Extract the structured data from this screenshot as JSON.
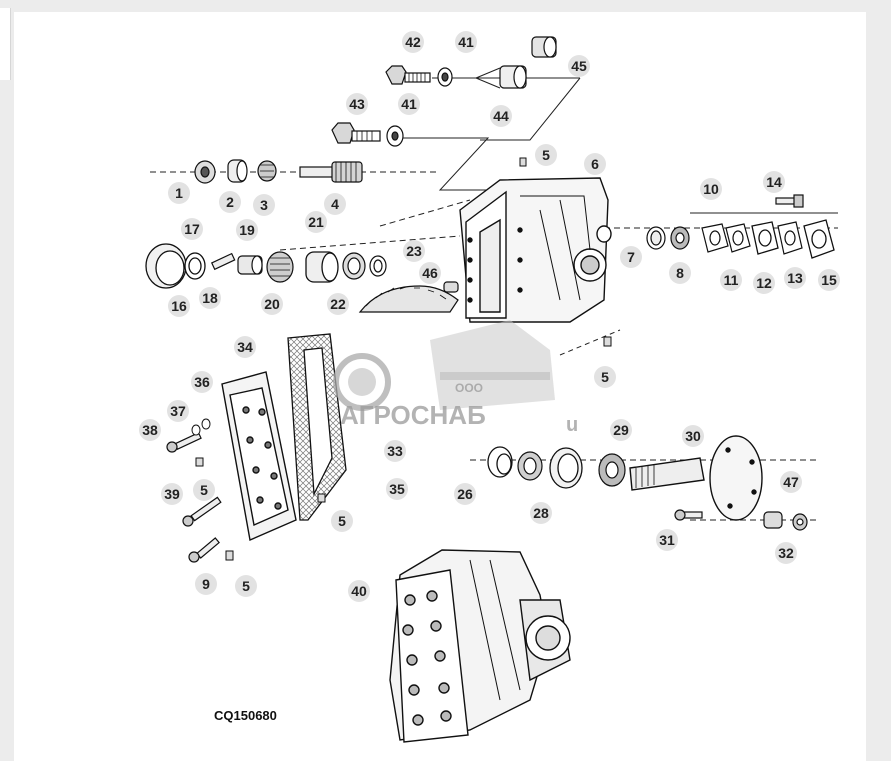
{
  "figure": {
    "reference_code": "CQ150680",
    "watermark": {
      "company_prefix": "ООО",
      "brand": "АГРОСНАБ",
      "suffix": "u"
    },
    "callouts": [
      {
        "id": "c-42",
        "label": "42"
      },
      {
        "id": "c-41a",
        "label": "41"
      },
      {
        "id": "c-45",
        "label": "45"
      },
      {
        "id": "c-44",
        "label": "44"
      },
      {
        "id": "c-43",
        "label": "43"
      },
      {
        "id": "c-41b",
        "label": "41"
      },
      {
        "id": "c-5a",
        "label": "5"
      },
      {
        "id": "c-6",
        "label": "6"
      },
      {
        "id": "c-1",
        "label": "1"
      },
      {
        "id": "c-2",
        "label": "2"
      },
      {
        "id": "c-3",
        "label": "3"
      },
      {
        "id": "c-4",
        "label": "4"
      },
      {
        "id": "c-10",
        "label": "10"
      },
      {
        "id": "c-14",
        "label": "14"
      },
      {
        "id": "c-17",
        "label": "17"
      },
      {
        "id": "c-19",
        "label": "19"
      },
      {
        "id": "c-21",
        "label": "21"
      },
      {
        "id": "c-23",
        "label": "23"
      },
      {
        "id": "c-46",
        "label": "46"
      },
      {
        "id": "c-7",
        "label": "7"
      },
      {
        "id": "c-8",
        "label": "8"
      },
      {
        "id": "c-11",
        "label": "11"
      },
      {
        "id": "c-12",
        "label": "12"
      },
      {
        "id": "c-13",
        "label": "13"
      },
      {
        "id": "c-15",
        "label": "15"
      },
      {
        "id": "c-16",
        "label": "16"
      },
      {
        "id": "c-18",
        "label": "18"
      },
      {
        "id": "c-20",
        "label": "20"
      },
      {
        "id": "c-22",
        "label": "22"
      },
      {
        "id": "c-34",
        "label": "34"
      },
      {
        "id": "c-5b",
        "label": "5"
      },
      {
        "id": "c-36",
        "label": "36"
      },
      {
        "id": "c-37",
        "label": "37"
      },
      {
        "id": "c-38",
        "label": "38"
      },
      {
        "id": "c-33",
        "label": "33"
      },
      {
        "id": "c-29",
        "label": "29"
      },
      {
        "id": "c-30",
        "label": "30"
      },
      {
        "id": "c-35",
        "label": "35"
      },
      {
        "id": "c-26",
        "label": "26"
      },
      {
        "id": "c-28",
        "label": "28"
      },
      {
        "id": "c-5c",
        "label": "5"
      },
      {
        "id": "c-39",
        "label": "39"
      },
      {
        "id": "c-5d",
        "label": "5"
      },
      {
        "id": "c-47",
        "label": "47"
      },
      {
        "id": "c-31",
        "label": "31"
      },
      {
        "id": "c-32",
        "label": "32"
      },
      {
        "id": "c-9",
        "label": "9"
      },
      {
        "id": "c-5e",
        "label": "5"
      },
      {
        "id": "c-40",
        "label": "40"
      }
    ]
  }
}
